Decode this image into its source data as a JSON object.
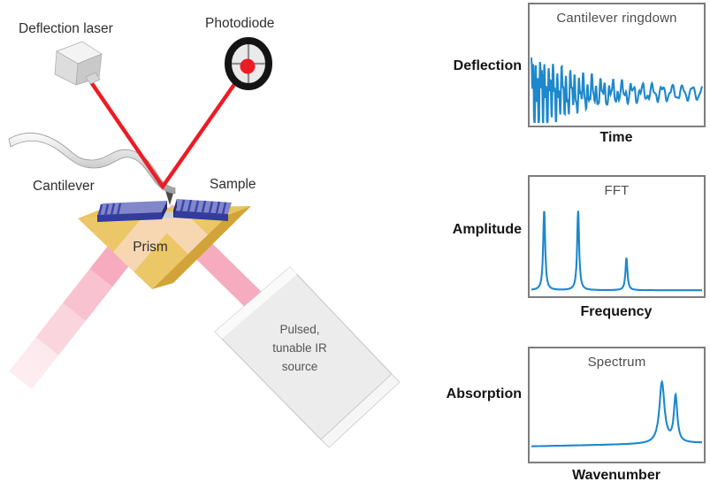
{
  "diagram": {
    "labels": {
      "deflection_laser": "Deflection laser",
      "photodiode": "Photodiode",
      "cantilever": "Cantilever",
      "sample": "Sample",
      "prism": "Prism",
      "ir_source_line1": "Pulsed,",
      "ir_source_line2": "tunable IR",
      "ir_source_line3": "source"
    },
    "colors": {
      "laser_beam_red": "#ed1c24",
      "ir_beam_pink": "#f5a8bb",
      "beam_in_prism_peach": "#f6d7b2",
      "prism_gold": "#ecc768",
      "prism_side_gold": "#d2a338",
      "sample_blue_top": "#8187c9",
      "sample_blue_front": "#333c9d",
      "curve_blue": "#1e88cc"
    }
  },
  "chart_data": [
    {
      "type": "line",
      "id": "ringdown",
      "title": "Cantilever ringdown",
      "xlabel": "Time",
      "ylabel": "Deflection",
      "ticks": "none",
      "grid": false,
      "x_range": [
        0,
        1
      ],
      "line_color": "#1e88cc",
      "signal": "damped_oscillation",
      "center_frac": 0.73,
      "clip_frac": 0.34,
      "modes": [
        {
          "freq": 17,
          "amp_frac": 0.062,
          "decay": 0.18,
          "phase": 1.3
        },
        {
          "freq": 40,
          "amp_frac": 0.26,
          "decay": 3.2,
          "phase": 0.4
        },
        {
          "freq": 79,
          "amp_frac": 0.3,
          "decay": 6.0,
          "phase": 2.0
        }
      ]
    },
    {
      "type": "line",
      "id": "fft",
      "title": "FFT",
      "xlabel": "Frequency",
      "ylabel": "Amplitude",
      "ticks": "none",
      "grid": false,
      "x_range": [
        0,
        1
      ],
      "line_color": "#1e88cc",
      "signal": "peaks",
      "baseline_frac": 0.95,
      "baseline_tilt_frac": 0,
      "peaks": [
        {
          "center_frac": 0.075,
          "height_frac": 0.67,
          "width_frac": 0.007
        },
        {
          "center_frac": 0.274,
          "height_frac": 0.665,
          "width_frac": 0.007
        },
        {
          "center_frac": 0.557,
          "height_frac": 0.273,
          "width_frac": 0.007
        }
      ]
    },
    {
      "type": "line",
      "id": "spectrum",
      "title": "Spectrum",
      "xlabel": "Wavenumber",
      "ylabel": "Absorption",
      "ticks": "none",
      "grid": false,
      "x_range": [
        0,
        1
      ],
      "line_color": "#1e88cc",
      "signal": "peaks",
      "baseline_frac": 0.865,
      "baseline_tilt_frac": -0.03,
      "peaks": [
        {
          "center_frac": 0.765,
          "height_frac": 0.538,
          "width_frac": 0.018
        },
        {
          "center_frac": 0.845,
          "height_frac": 0.409,
          "width_frac": 0.012
        }
      ]
    }
  ]
}
